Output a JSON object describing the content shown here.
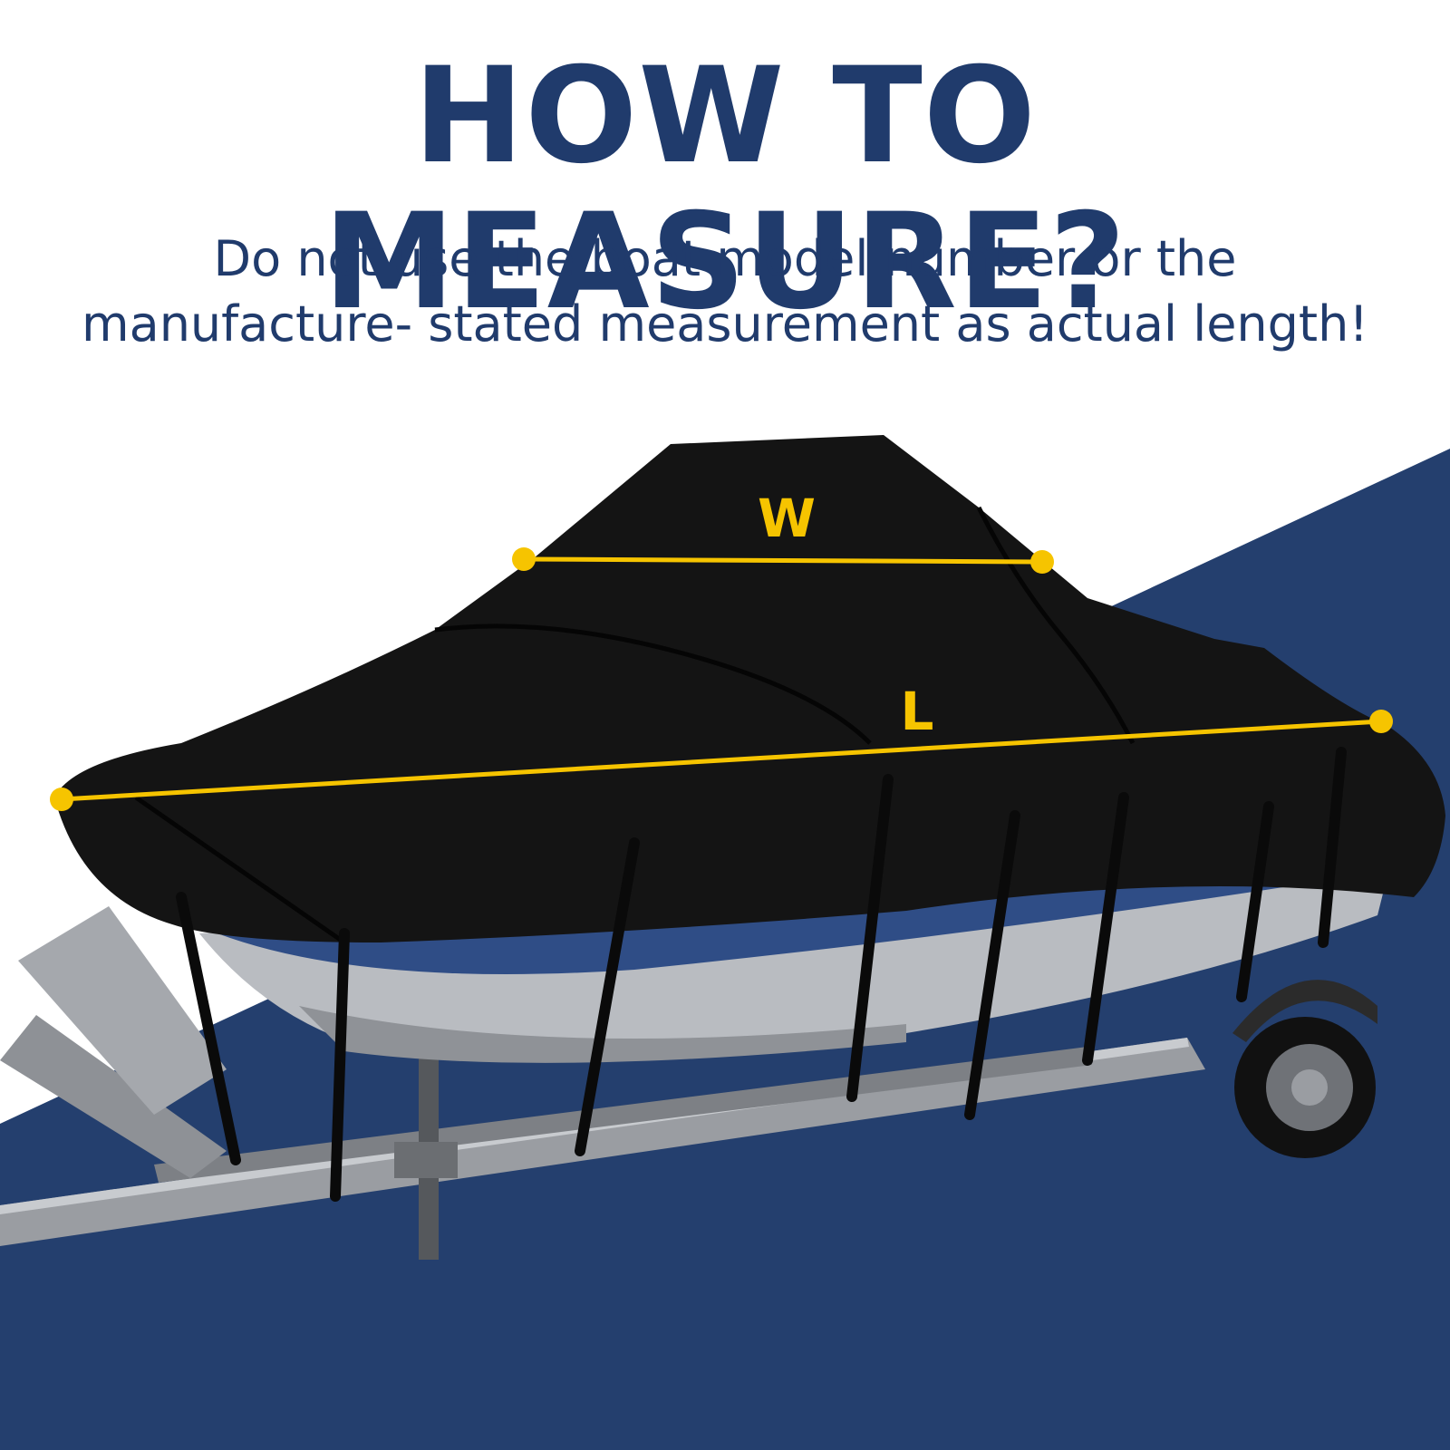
{
  "header": {
    "title": "HOW TO MEASURE?",
    "subtitle_lines": [
      "Do not use the boat model number or the",
      "manufacture- stated measurement as actual length!"
    ]
  },
  "diagram": {
    "width_label": "W",
    "length_label": "L",
    "colors": {
      "navy": "#243f6e",
      "measure_line": "#f6c400",
      "cover": "#141414",
      "hull_blue": "#2f4d86",
      "hull_grey": "#b9bcc1",
      "trailer": "#9a9da2"
    }
  }
}
